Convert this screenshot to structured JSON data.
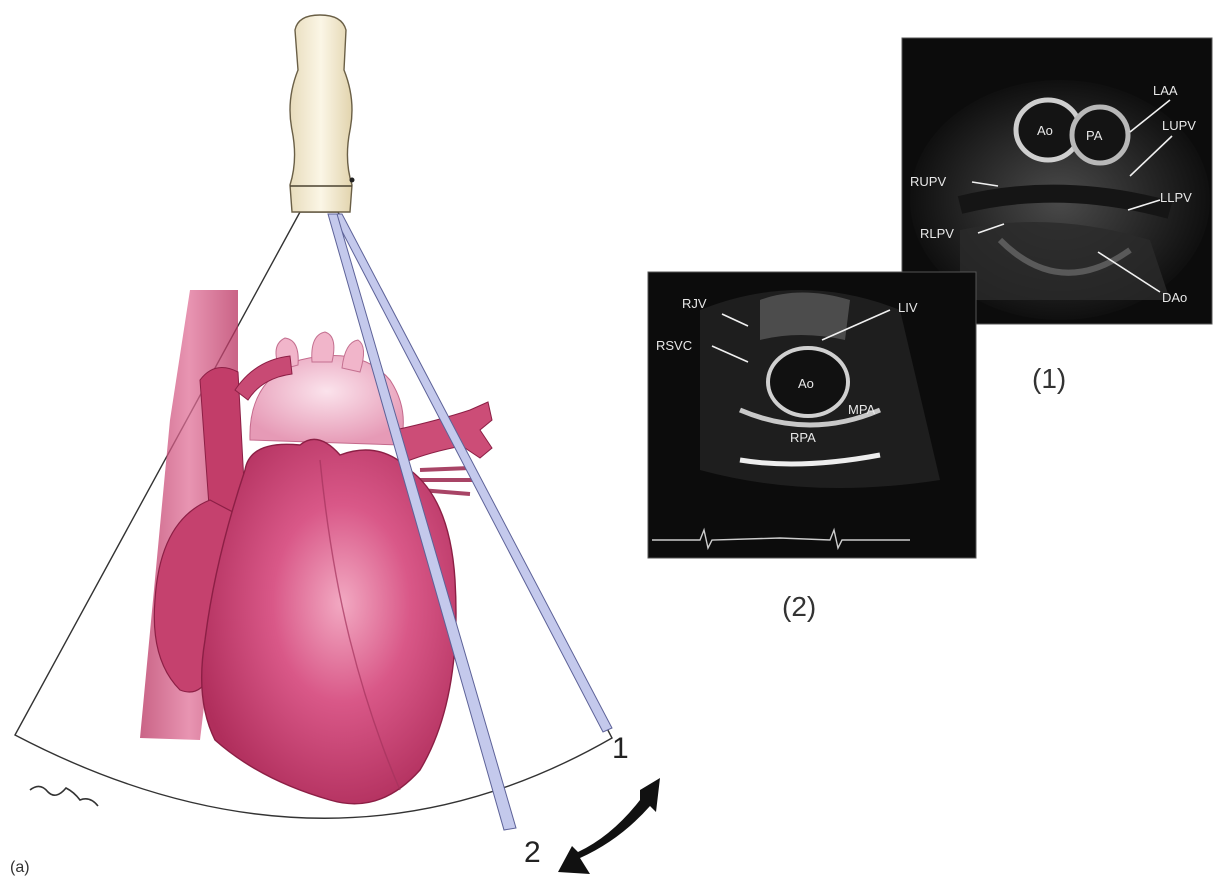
{
  "figure": {
    "panel_label": "(a)",
    "plane_labels": {
      "one": "1",
      "two": "2"
    },
    "view_captions": {
      "one": "(1)",
      "two": "(2)"
    },
    "echo_view_1": {
      "labels": {
        "ao": "Ao",
        "pa": "PA",
        "laa": "LAA",
        "lupv": "LUPV",
        "rupv": "RUPV",
        "llpv": "LLPV",
        "rlpv": "RLPV",
        "dao": "DAo"
      }
    },
    "echo_view_2": {
      "labels": {
        "rjv": "RJV",
        "liv": "LIV",
        "rsvc": "RSVC",
        "ao": "Ao",
        "mpa": "MPA",
        "rpa": "RPA"
      }
    },
    "colors": {
      "heart": "#c8406e",
      "heart_light": "#e98aaa",
      "probe": "#f3ead2",
      "plane": "#aab2e0",
      "arrow": "#111111",
      "echo_bg": "#0c0c0c"
    }
  }
}
